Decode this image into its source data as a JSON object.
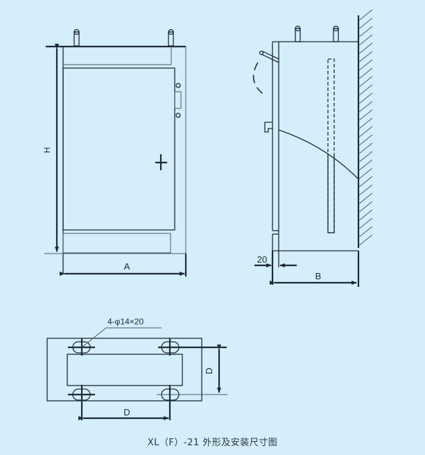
{
  "diagram": {
    "caption": "XL（F）-21 外形及安装尺寸图",
    "background_color": "#d4eefb",
    "line_color": "#1c2a35",
    "front_view": {
      "height_label": "H",
      "width_label": "A"
    },
    "side_view": {
      "offset_label": "20",
      "depth_label": "B"
    },
    "base_view": {
      "hole_spec_label": "4-φ14×20",
      "hole_spacing_horizontal_label": "D",
      "hole_spacing_vertical_label": "D"
    }
  }
}
